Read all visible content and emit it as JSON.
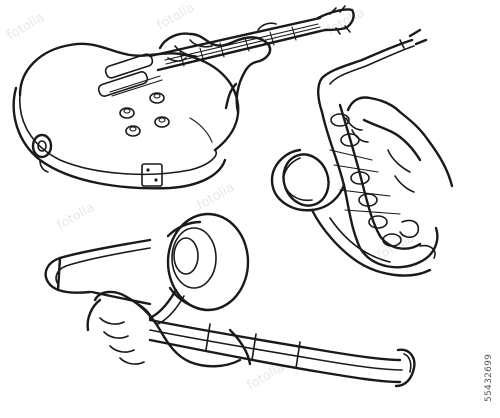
{
  "image": {
    "illustrations": [
      "electric guitar",
      "saxophone",
      "trombone"
    ],
    "watermark_text": "fotolia",
    "stock_id": "55432699"
  },
  "colors": {
    "ink": "#1a1a1a",
    "background": "#ffffff",
    "watermark": "#e8e8e8"
  }
}
